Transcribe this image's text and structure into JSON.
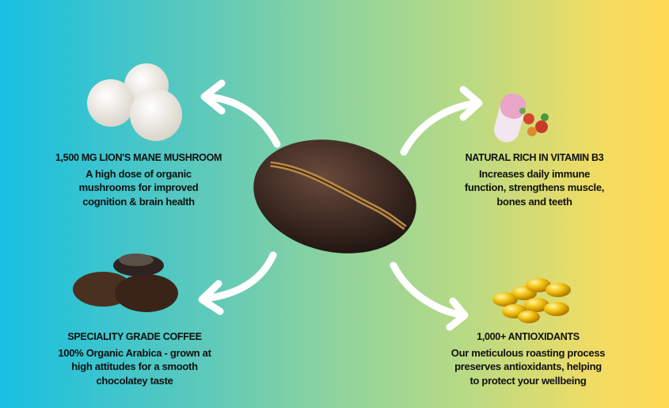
{
  "features": [
    {
      "title": "1,500 MG LION'S MANE MUSHROOM",
      "body": [
        "A high dose of organic",
        "mushrooms for improved",
        "cognition & brain health"
      ]
    },
    {
      "title": "NATURAL RICH IN VITAMIN B3",
      "body": [
        "Increases daily immune",
        "function, strengthens muscle,",
        "bones and teeth"
      ]
    },
    {
      "title": "SPECIALITY GRADE COFFEE",
      "body": [
        "100% Organic Arabica - grown at",
        "high attitudes for a smooth",
        "chocolatey taste"
      ]
    },
    {
      "title": "1,000+ ANTIOXIDANTS",
      "body": [
        "Our meticulous roasting process",
        "preserves antioxidants, helping",
        "to protect your wellbeing"
      ]
    }
  ],
  "colors": {
    "bean": "#3d2a22",
    "arrow": "#ffffff"
  }
}
